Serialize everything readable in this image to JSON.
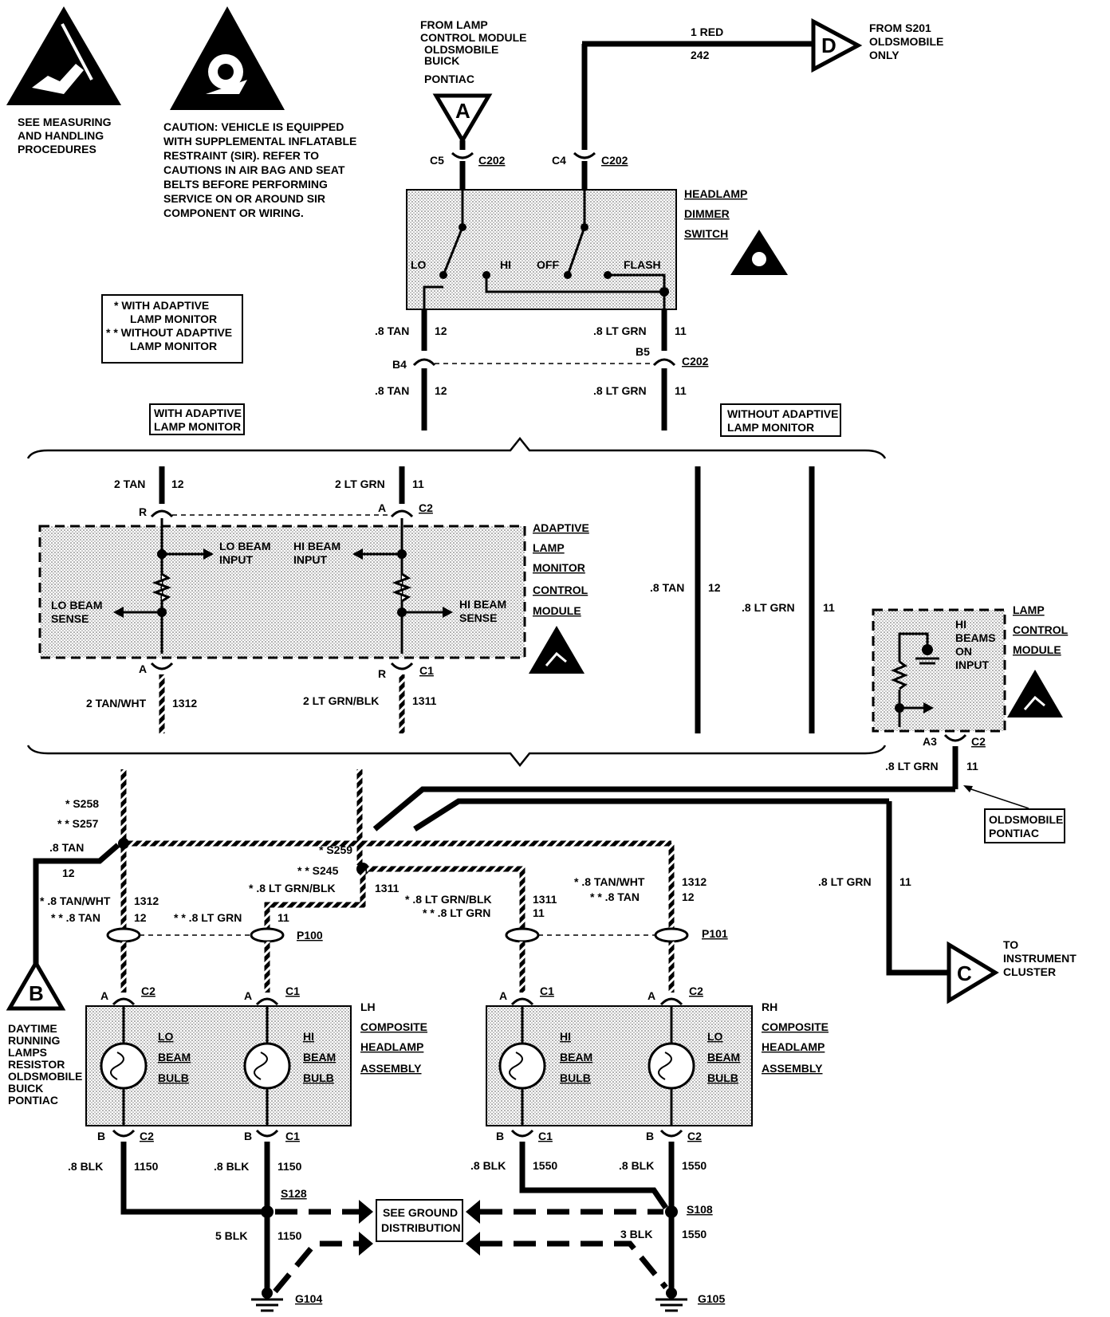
{
  "notes": {
    "esd": "SEE MEASURING AND HANDLING PROCEDURES",
    "sir_caution": "CAUTION: VEHICLE IS EQUIPPED WITH SUPPLEMENTAL INFLATABLE RESTRAINT (SIR). REFER TO CAUTIONS IN AIR BAG AND SEAT BELTS BEFORE PERFORMING SERVICE ON OR AROUND SIR COMPONENT OR WIRING.",
    "legend_line1": "* WITH ADAPTIVE",
    "legend_line2": "LAMP MONITOR",
    "legend_line3": "* * WITHOUT ADAPTIVE",
    "legend_line4": "LAMP MONITOR"
  },
  "connectors": {
    "A": {
      "letter": "A",
      "text1": "FROM LAMP",
      "text2": "CONTROL MODULE",
      "text3": "OLDSMOBILE",
      "text4": "BUICK",
      "text5": "PONTIAC"
    },
    "D": {
      "letter": "D",
      "text1": "FROM S201",
      "text2": "OLDSMOBILE",
      "text3": "ONLY"
    },
    "C": {
      "letter": "C",
      "text1": "TO",
      "text2": "INSTRUMENT",
      "text3": "CLUSTER"
    },
    "B": {
      "letter": "B",
      "text1": "DAYTIME",
      "text2": "RUNNING",
      "text3": "LAMPS",
      "text4": "RESISTOR",
      "text5": "OLDSMOBILE",
      "text6": "BUICK",
      "text7": "PONTIAC"
    }
  },
  "dimmer_switch": {
    "name1": "HEADLAMP",
    "name2": "DIMMER",
    "name3": "SWITCH",
    "lo": "LO",
    "hi": "HI",
    "off": "OFF",
    "flash": "FLASH",
    "c5": "C5",
    "c4": "C4",
    "c202a": "C202",
    "c202b": "C202"
  },
  "wires_top": {
    "red_color": "1 RED",
    "red_num": "242",
    "tan1_color": ".8 TAN",
    "tan1_num": "12",
    "grn1_color": ".8 LT GRN",
    "grn1_num": "11",
    "b4": "B4",
    "b5": "B5",
    "c202": "C202",
    "tan2_color": ".8 TAN",
    "tan2_num": "12",
    "grn2_color": ".8 LT GRN",
    "grn2_num": "11"
  },
  "section_labels": {
    "with": "WITH ADAPTIVE LAMP MONITOR",
    "without": "WITHOUT ADAPTIVE LAMP MONITOR"
  },
  "almcm": {
    "name1": "ADAPTIVE",
    "name2": "LAMP",
    "name3": "MONITOR",
    "name4": "CONTROL",
    "name5": "MODULE",
    "tan_color": "2 TAN",
    "tan_num": "12",
    "grn_color": "2 LT GRN",
    "grn_num": "11",
    "r_top": "R",
    "a_top": "A",
    "c2": "C2",
    "lo_input1": "LO BEAM",
    "lo_input2": "INPUT",
    "hi_input1": "HI BEAM",
    "hi_input2": "INPUT",
    "lo_sense1": "LO BEAM",
    "lo_sense2": "SENSE",
    "hi_sense1": "HI BEAM",
    "hi_sense2": "SENSE",
    "a_bot": "A",
    "r_bot": "R",
    "c1": "C1",
    "tanwht_color": "2 TAN/WHT",
    "tanwht_num": "1312",
    "grnblk_color": "2 LT GRN/BLK",
    "grnblk_num": "1311"
  },
  "without_wires": {
    "tan_color": ".8 TAN",
    "tan_num": "12",
    "grn_color": ".8 LT GRN",
    "grn_num": "11"
  },
  "lcm": {
    "name1": "LAMP",
    "name2": "CONTROL",
    "name3": "MODULE",
    "input1": "HI",
    "input2": "BEAMS",
    "input3": "ON",
    "input4": "INPUT",
    "a3": "A3",
    "c2": "C2",
    "wire_color": ".8 LT GRN",
    "wire_num": "11"
  },
  "brand_box": {
    "line1": "OLDSMOBILE",
    "line2": "PONTIAC"
  },
  "splices": {
    "s258": "* S258",
    "s257": "* * S257",
    "s259": "* S259",
    "s245": "* * S245",
    "s128": "S128",
    "s108": "S108"
  },
  "wires_mid": {
    "tan_color": ".8 TAN",
    "tan_num": "12",
    "grnblk_color": "* .8 LT GRN/BLK",
    "grnblk_num": "1311",
    "lh_tanwht_color": "* .8 TAN/WHT",
    "lh_tanwht_num": "1312",
    "lh_tan_color": "* * .8 TAN",
    "lh_tan_num": "12",
    "lh_grn_color": "* * .8 LT GRN",
    "lh_grn_num": "11",
    "rh_grnblk_color": "* .8 LT GRN/BLK",
    "rh_grnblk_num": "1311",
    "rh_grn_color": "* * .8 LT GRN",
    "rh_grn_num": "11",
    "rh_tanwht_color": "* .8 TAN/WHT",
    "rh_tanwht_num": "1312",
    "rh_tan_color": "* * .8 TAN",
    "rh_tan_num": "12",
    "inst_color": ".8 LT GRN",
    "inst_num": "11",
    "p100": "P100",
    "p101": "P101"
  },
  "lh_assembly": {
    "name1": "LH",
    "name2": "COMPOSITE",
    "name3": "HEADLAMP",
    "name4": "ASSEMBLY",
    "lo1": "LO",
    "lo2": "BEAM",
    "lo3": "BULB",
    "hi1": "HI",
    "hi2": "BEAM",
    "hi3": "BULB",
    "a1": "A",
    "c2a": "C2",
    "a2": "A",
    "c1a": "C1",
    "b1": "B",
    "c2b": "C2",
    "b2": "B",
    "c1b": "C1"
  },
  "rh_assembly": {
    "name1": "RH",
    "name2": "COMPOSITE",
    "name3": "HEADLAMP",
    "name4": "ASSEMBLY",
    "hi1": "HI",
    "hi2": "BEAM",
    "hi3": "BULB",
    "lo1": "LO",
    "lo2": "BEAM",
    "lo3": "BULB",
    "a1": "A",
    "c1a": "C1",
    "a2": "A",
    "c2a": "C2",
    "b1": "B",
    "c1b": "C1",
    "b2": "B",
    "c2b": "C2"
  },
  "grounds": {
    "lh_blk1_color": ".8 BLK",
    "lh_blk1_num": "1150",
    "lh_blk2_color": ".8 BLK",
    "lh_blk2_num": "1150",
    "rh_blk1_color": ".8 BLK",
    "rh_blk1_num": "1550",
    "rh_blk2_color": ".8 BLK",
    "rh_blk2_num": "1550",
    "lh_main_color": "5 BLK",
    "lh_main_num": "1150",
    "rh_main_color": "3 BLK",
    "rh_main_num": "1550",
    "see_ground1": "SEE GROUND",
    "see_ground2": "DISTRIBUTION",
    "g104": "G104",
    "g105": "G105"
  }
}
